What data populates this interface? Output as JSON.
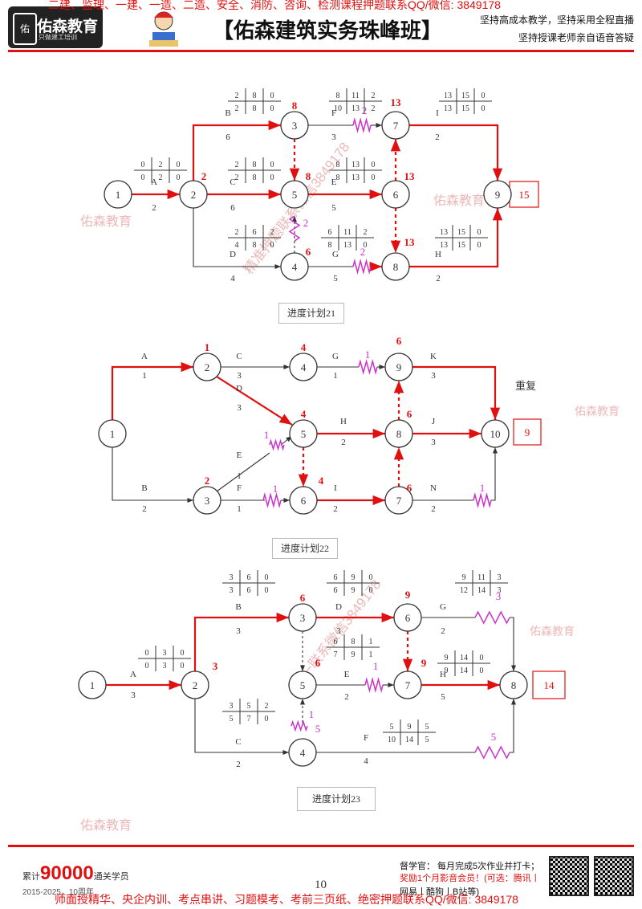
{
  "header": {
    "top_ad": "二建、监理、一建、一造、二造、安全、消防、咨询、检测课程押题联系QQ/微信: 3849178",
    "logo_text": "佑森教育",
    "logo_sub": "只做建工培训",
    "title": "【佑森建筑实务珠峰班】",
    "slogan_1": "坚持高成本教学，坚持采用全程直播",
    "slogan_2": "坚持授课老师亲自语音答疑"
  },
  "watermarks": {
    "brand": "佑森教育",
    "contact_1": "精准押题联系微信3849178",
    "contact_2": "唯一联系微信3849178"
  },
  "colors": {
    "critical": "#e01010",
    "free_float": "#cc33cc",
    "normal": "#333333"
  },
  "diagrams": [
    {
      "caption": "进度计划21",
      "total": "15",
      "nodes": [
        "1",
        "2",
        "3",
        "4",
        "5",
        "6",
        "7",
        "8",
        "9"
      ],
      "activities": [
        {
          "name": "A",
          "dur": "2"
        },
        {
          "name": "B",
          "dur": "6"
        },
        {
          "name": "C",
          "dur": "6"
        },
        {
          "name": "D",
          "dur": "4"
        },
        {
          "name": "E",
          "dur": "5"
        },
        {
          "name": "F",
          "dur": "3"
        },
        {
          "name": "G",
          "dur": "5"
        },
        {
          "name": "H",
          "dur": "2"
        },
        {
          "name": "I",
          "dur": "2"
        }
      ],
      "time_tables": [
        [
          "0",
          "2",
          "0",
          "0",
          "2",
          "0"
        ],
        [
          "2",
          "8",
          "0",
          "2",
          "8",
          "0"
        ],
        [
          "2",
          "8",
          "0",
          "2",
          "8",
          "0"
        ],
        [
          "2",
          "6",
          "2",
          "4",
          "8",
          "0"
        ],
        [
          "8",
          "13",
          "0",
          "8",
          "13",
          "0"
        ],
        [
          "8",
          "11",
          "2",
          "10",
          "13",
          "2"
        ],
        [
          "6",
          "11",
          "2",
          "8",
          "13",
          "0"
        ],
        [
          "13",
          "15",
          "0",
          "13",
          "15",
          "0"
        ],
        [
          "13",
          "15",
          "0",
          "13",
          "15",
          "0"
        ]
      ],
      "event_times": [
        "2",
        "8",
        "8",
        "6",
        "13",
        "13",
        "13"
      ],
      "float_labels": [
        "2",
        "2",
        "2"
      ]
    },
    {
      "caption": "进度计划22",
      "total": "9",
      "note": "重复",
      "nodes": [
        "1",
        "2",
        "3",
        "4",
        "5",
        "6",
        "7",
        "8",
        "9",
        "10"
      ],
      "activities": [
        {
          "name": "A",
          "dur": "1"
        },
        {
          "name": "B",
          "dur": "2"
        },
        {
          "name": "C",
          "dur": "3"
        },
        {
          "name": "D",
          "dur": "3"
        },
        {
          "name": "E",
          "dur": "1"
        },
        {
          "name": "F",
          "dur": "1"
        },
        {
          "name": "G",
          "dur": "1"
        },
        {
          "name": "H",
          "dur": "2"
        },
        {
          "name": "I",
          "dur": "2"
        },
        {
          "name": "J",
          "dur": "3"
        },
        {
          "name": "K",
          "dur": "3"
        },
        {
          "name": "N",
          "dur": "2"
        }
      ],
      "event_times": [
        "1",
        "4",
        "2",
        "4",
        "4",
        "6",
        "6",
        "6"
      ],
      "float_labels": [
        "1",
        "1",
        "1",
        "1"
      ]
    },
    {
      "caption": "进度计划23",
      "total": "14",
      "nodes": [
        "1",
        "2",
        "3",
        "4",
        "5",
        "6",
        "7",
        "8"
      ],
      "activities": [
        {
          "name": "A",
          "dur": "3"
        },
        {
          "name": "B",
          "dur": "3"
        },
        {
          "name": "C",
          "dur": "2"
        },
        {
          "name": "D",
          "dur": "3"
        },
        {
          "name": "E",
          "dur": "2"
        },
        {
          "name": "F",
          "dur": "4"
        },
        {
          "name": "G",
          "dur": "2"
        },
        {
          "name": "H",
          "dur": "5"
        }
      ],
      "time_tables": [
        [
          "0",
          "3",
          "0",
          "0",
          "3",
          "0"
        ],
        [
          "3",
          "6",
          "0",
          "3",
          "6",
          "0"
        ],
        [
          "3",
          "5",
          "2",
          "5",
          "7",
          "0"
        ],
        [
          "6",
          "9",
          "0",
          "6",
          "9",
          "0"
        ],
        [
          "6",
          "8",
          "1",
          "7",
          "9",
          "1"
        ],
        [
          "5",
          "9",
          "5",
          "10",
          "14",
          "5"
        ],
        [
          "9",
          "11",
          "3",
          "12",
          "14",
          "3"
        ],
        [
          "9",
          "14",
          "0",
          "9",
          "14",
          "0"
        ]
      ],
      "event_times": [
        "3",
        "6",
        "6",
        "9",
        "9"
      ],
      "float_labels": [
        "1",
        "3",
        "5",
        "5",
        "1"
      ]
    }
  ],
  "footer": {
    "count_prefix": "累计",
    "count_big": "90000",
    "count_suffix": "通关学员",
    "years": "2015-2025，10周年",
    "page": "10",
    "r1": "督学官：  每月完成5次作业并打卡；",
    "r2": "奖励1个月影音会员！(可选：腾讯丨",
    "r3": "网易丨酷狗丨B站等)",
    "ad": "师面授精华、央企内训、考点串讲、习题模考、考前三页纸、绝密押题联系QQ/微信: 3849178"
  }
}
